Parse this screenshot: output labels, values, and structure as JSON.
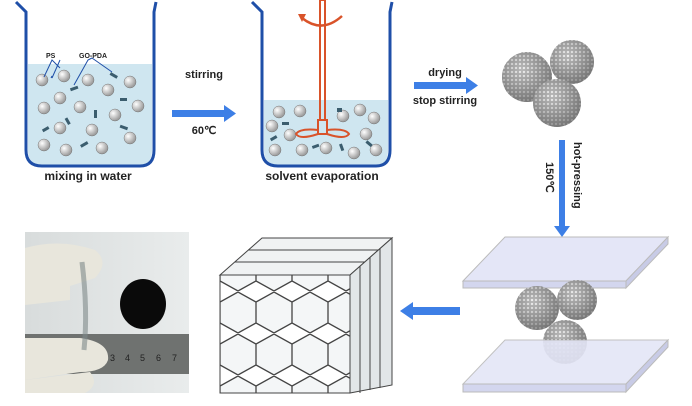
{
  "labels": {
    "ps": "PS",
    "go_pda": "GO-PDA",
    "mixing": "mixing in water",
    "stirring": "stirring",
    "temp1": "60℃",
    "evaporation": "solvent evaporation",
    "drying": "drying",
    "stop_stirring": "stop stirring",
    "hot_pressing": "hot-pressing",
    "temp2": "150℃"
  },
  "ruler_ticks": [
    "3",
    "4",
    "5",
    "6",
    "7"
  ],
  "colors": {
    "beaker": "#1f4fa8",
    "water": "#cfe6f0",
    "arrow": "#3d7fe6",
    "stirrer": "#d9532a",
    "plate": "#e4e6f7"
  }
}
